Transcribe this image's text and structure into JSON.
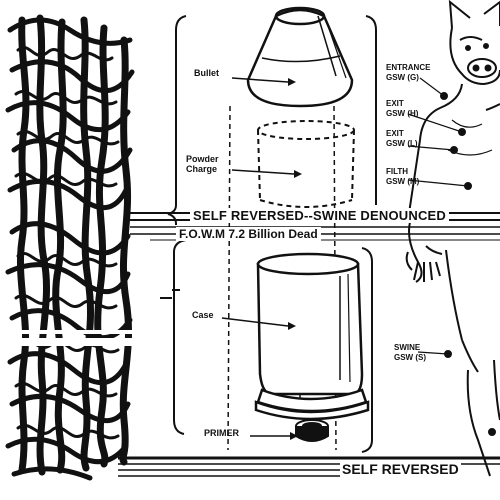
{
  "colors": {
    "ink": "#111111",
    "paper": "#ffffff"
  },
  "diagram": {
    "bullet": "Bullet",
    "powder_charge_line1": "Powder",
    "powder_charge_line2": "Charge",
    "case": "Case",
    "primer": "PRIMER"
  },
  "figure": {
    "entrance_line1": "ENTRANCE",
    "entrance_line2": "GSW (G)",
    "exit_h_line1": "EXIT",
    "exit_h_line2": "GSW (H)",
    "exit_l_line1": "EXIT",
    "exit_l_line2": "GSW (L)",
    "filth_line1": "FILTH",
    "filth_line2": "GSW (M)",
    "swine_line1": "SWINE",
    "swine_line2": "GSW (S)"
  },
  "banners": {
    "headline": "SELF REVERSED--SWINE DENOUNCED",
    "subline": "F.O.W.M 7.2 Billion Dead",
    "footer": "SELF REVERSED"
  },
  "logo_text": "SELF REVERSED"
}
